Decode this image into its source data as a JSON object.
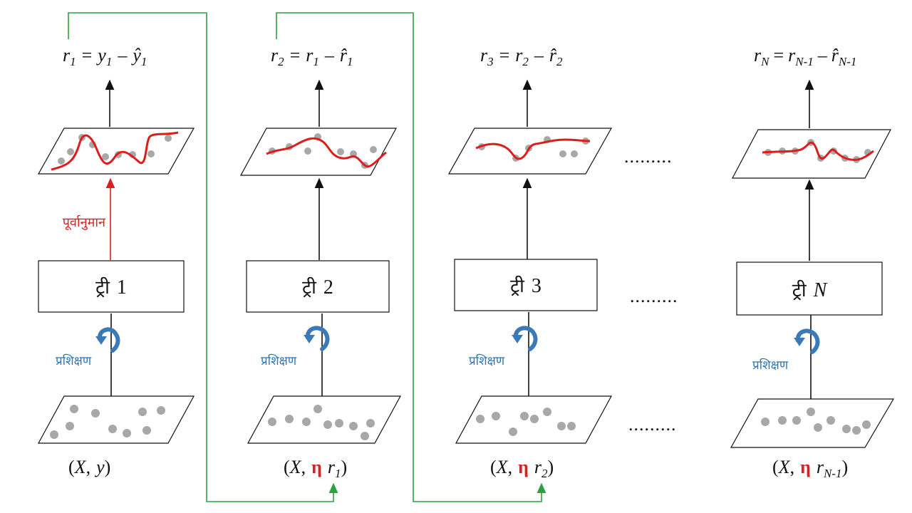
{
  "columns": [
    {
      "id": "col1",
      "residual": {
        "lhs": "r",
        "lhs_sub": "1",
        "eq": "=",
        "t1": "y",
        "t1_sub": "1",
        "minus": "–",
        "t2": "ŷ",
        "t2_sub": "1"
      },
      "tree": {
        "label": "ट्री",
        "num": "1"
      },
      "train": "प्रशिक्षण",
      "input": {
        "open": "(",
        "x": "X",
        "comma": ",",
        "eta": "",
        "r": "y",
        "r_sub": "",
        "close": ")"
      }
    },
    {
      "id": "col2",
      "residual": {
        "lhs": "r",
        "lhs_sub": "2",
        "eq": "=",
        "t1": "r",
        "t1_sub": "1",
        "minus": "–",
        "t2": "r̂",
        "t2_sub": "1"
      },
      "tree": {
        "label": "ट्री",
        "num": "2"
      },
      "train": "प्रशिक्षण",
      "input": {
        "open": "(",
        "x": "X",
        "comma": ",",
        "eta": "η",
        "r": "r",
        "r_sub": "1",
        "close": ")"
      }
    },
    {
      "id": "col3",
      "residual": {
        "lhs": "r",
        "lhs_sub": "3",
        "eq": "=",
        "t1": "r",
        "t1_sub": "2",
        "minus": "–",
        "t2": "r̂",
        "t2_sub": "2"
      },
      "tree": {
        "label": "ट्री",
        "num": "3"
      },
      "train": "प्रशिक्षण",
      "input": {
        "open": "(",
        "x": "X",
        "comma": ",",
        "eta": "η",
        "r": "r",
        "r_sub": "2",
        "close": ")"
      }
    },
    {
      "id": "colN",
      "residual": {
        "lhs": "r",
        "lhs_sub": "N",
        "eq": "=",
        "t1": "r",
        "t1_sub": "N-1",
        "minus": "–",
        "t2": "r̂",
        "t2_sub": "N-1"
      },
      "tree": {
        "label": "ट्री",
        "num": "N"
      },
      "train": "प्रशिक्षण",
      "input": {
        "open": "(",
        "x": "X",
        "comma": ",",
        "eta": "η",
        "r": "r",
        "r_sub": "N-1",
        "close": ")"
      }
    }
  ],
  "predict_label": "पूर्वानुमान",
  "ellipsis": ".........",
  "colors": {
    "predict": "#e01e1e",
    "train_arrow": "#3a7ab8",
    "feedback": "#2ea043",
    "curve": "#dd1c1c",
    "point": "#a8a8a8",
    "ink": "#111111"
  }
}
